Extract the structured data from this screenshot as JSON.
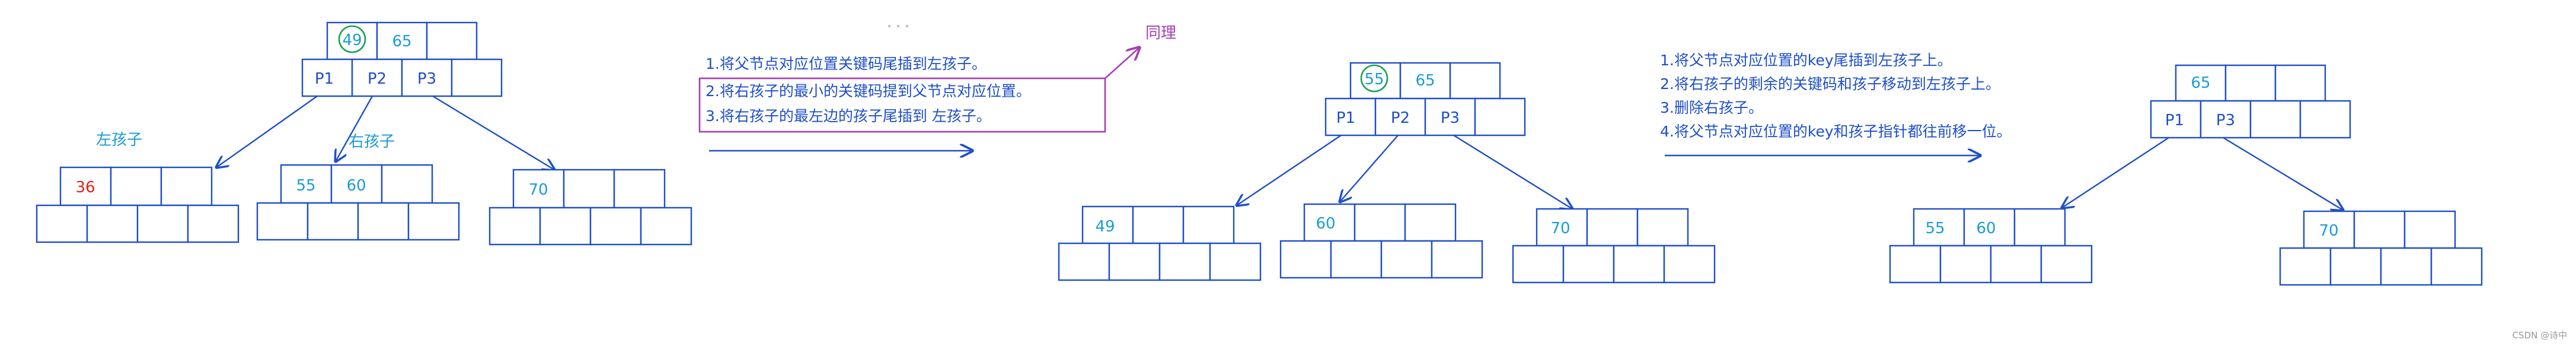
{
  "stage1": {
    "root_keys": [
      "49",
      "65",
      ""
    ],
    "root_ptrs": [
      "P1",
      "P2",
      "P3",
      ""
    ],
    "left_child_label": "左孩子",
    "right_child_label": "右孩子",
    "leaf_left_keys": [
      "36",
      "",
      ""
    ],
    "leaf_mid_keys": [
      "55",
      "60",
      ""
    ],
    "leaf_right_keys": [
      "70",
      "",
      ""
    ]
  },
  "steps_a": [
    "1.将父节点对应位置关键码尾插到左孩子。",
    "2.将右孩子的最小的关键码提到父节点对应位置。",
    "3.将右孩子的最左边的孩子尾插到 左孩子。"
  ],
  "same_label": "同理",
  "stage2": {
    "root_keys": [
      "55",
      "65",
      ""
    ],
    "root_ptrs": [
      "P1",
      "P2",
      "P3",
      ""
    ],
    "leaf_left_keys": [
      "49",
      "",
      ""
    ],
    "leaf_mid_keys": [
      "60",
      "",
      ""
    ],
    "leaf_right_keys": [
      "70",
      "",
      ""
    ]
  },
  "steps_b": [
    "1.将父节点对应位置的key尾插到左孩子上。",
    "2.将右孩子的剩余的关键码和孩子移动到左孩子上。",
    "3.删除右孩子。",
    "4.将父节点对应位置的key和孩子指针都往前移一位。"
  ],
  "stage3": {
    "root_keys": [
      "65",
      "",
      ""
    ],
    "root_ptrs": [
      "P1",
      "P3",
      "",
      ""
    ],
    "leaf_left_keys": [
      "55",
      "60",
      ""
    ],
    "leaf_right_keys": [
      "70",
      "",
      ""
    ]
  },
  "footer": "CSDN @诗中",
  "colors": {
    "structure": "#1e4fc9",
    "key_text": "#1a9bd7",
    "removed_key": "#e2231a",
    "highlight": "#a43fb3",
    "circle": "#1aa150"
  }
}
